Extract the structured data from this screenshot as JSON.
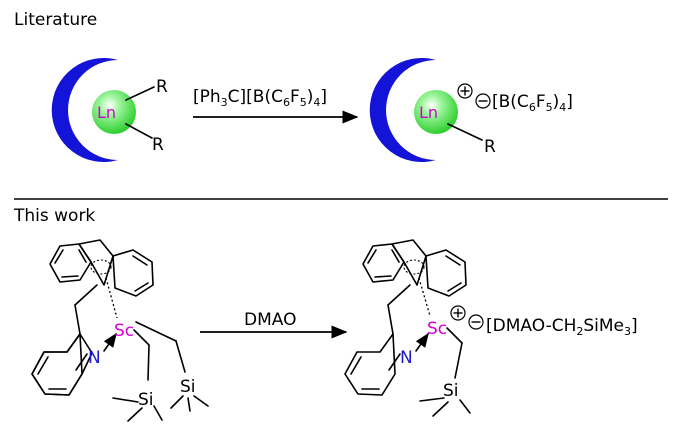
{
  "sections": {
    "top_title": "Literature",
    "bottom_title": "This work"
  },
  "literature": {
    "metal": "Ln",
    "substituent": "R",
    "reagent": {
      "part1": "[Ph",
      "sub1": "3",
      "part2": "C][B(C",
      "sub2": "6",
      "part3": "F",
      "sub3": "5",
      "part4": ")",
      "sub4": "4",
      "part5": "]"
    },
    "anion": {
      "part1": "[B(C",
      "sub1": "6",
      "part2": "F",
      "sub2": "5",
      "part3": ")",
      "sub3": "4",
      "part4": "]"
    },
    "colors": {
      "crescent": "#1414d8",
      "sphere": "#5ee85e",
      "metal_label": "#d400d4"
    }
  },
  "this_work": {
    "metal": "Sc",
    "nitrogen": "N",
    "silicon": "Si",
    "reagent": "DMAO",
    "anion": {
      "part1": "[DMAO-CH",
      "sub1": "2",
      "part2": "SiMe",
      "sub2": "3",
      "part3": "]"
    },
    "colors": {
      "metal_label": "#d400d4",
      "nitrogen_label": "#1a1acc"
    }
  }
}
